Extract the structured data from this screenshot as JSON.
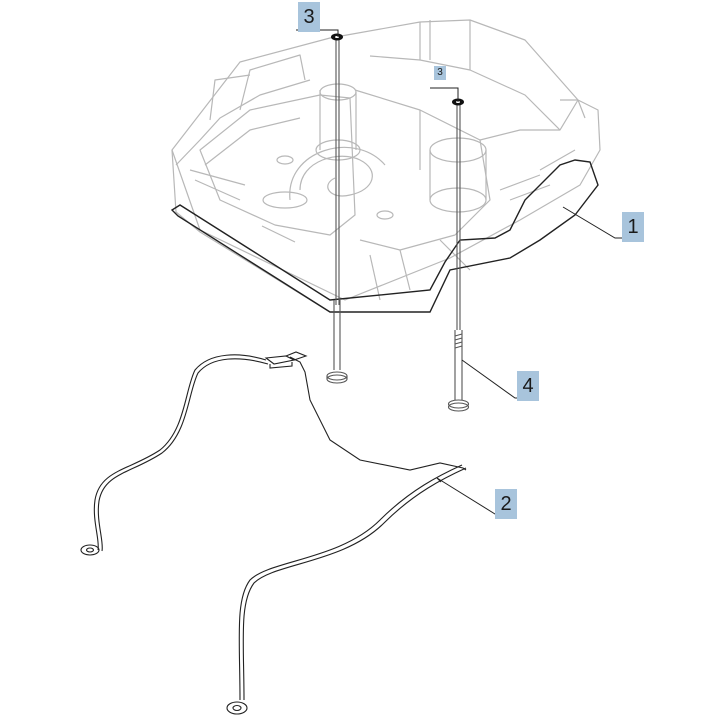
{
  "diagram": {
    "callouts": {
      "housing": "1",
      "cable": "2",
      "washer_top": "3",
      "washer_small": "3",
      "screw": "4"
    },
    "colors": {
      "outline_light": "#b8b8b8",
      "outline_dark": "#222222",
      "callout_bg": "#a8c4dc"
    }
  }
}
